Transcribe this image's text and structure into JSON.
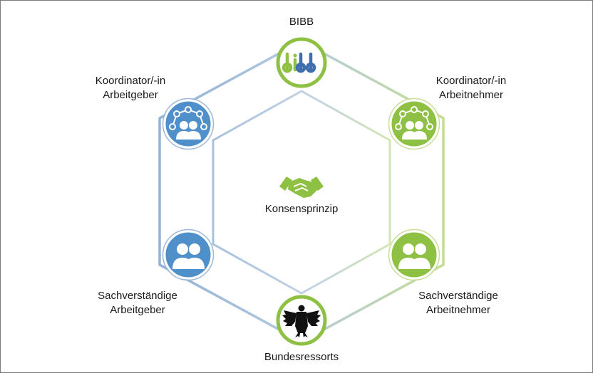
{
  "title_top": "BIBB",
  "logo_text": "bibb",
  "center_label": "Konsensprinzip",
  "nodes": {
    "coord_employer": {
      "line1": "Koordinator/-in",
      "line2": "Arbeitgeber"
    },
    "coord_employee": {
      "line1": "Koordinator/-in",
      "line2": "Arbeitnehmer"
    },
    "expert_employer": {
      "line1": "Sachverständige",
      "line2": "Arbeitgeber"
    },
    "expert_employee": {
      "line1": "Sachverständige",
      "line2": "Arbeitnehmer"
    },
    "ministries": {
      "label": "Bundesressorts"
    }
  },
  "colors": {
    "blue": "#4f8fca",
    "green": "#8dc043",
    "hex_blue": "#9db8d8",
    "hex_green": "#c8df9a",
    "text": "#1a1a1a"
  },
  "icons": {
    "bibb": "bibb-logo-icon",
    "coord_employer": "network-people-icon",
    "coord_employee": "network-people-icon",
    "expert_employer": "people-icon",
    "expert_employee": "people-icon",
    "ministries": "federal-eagle-icon",
    "center": "handshake-icon"
  }
}
